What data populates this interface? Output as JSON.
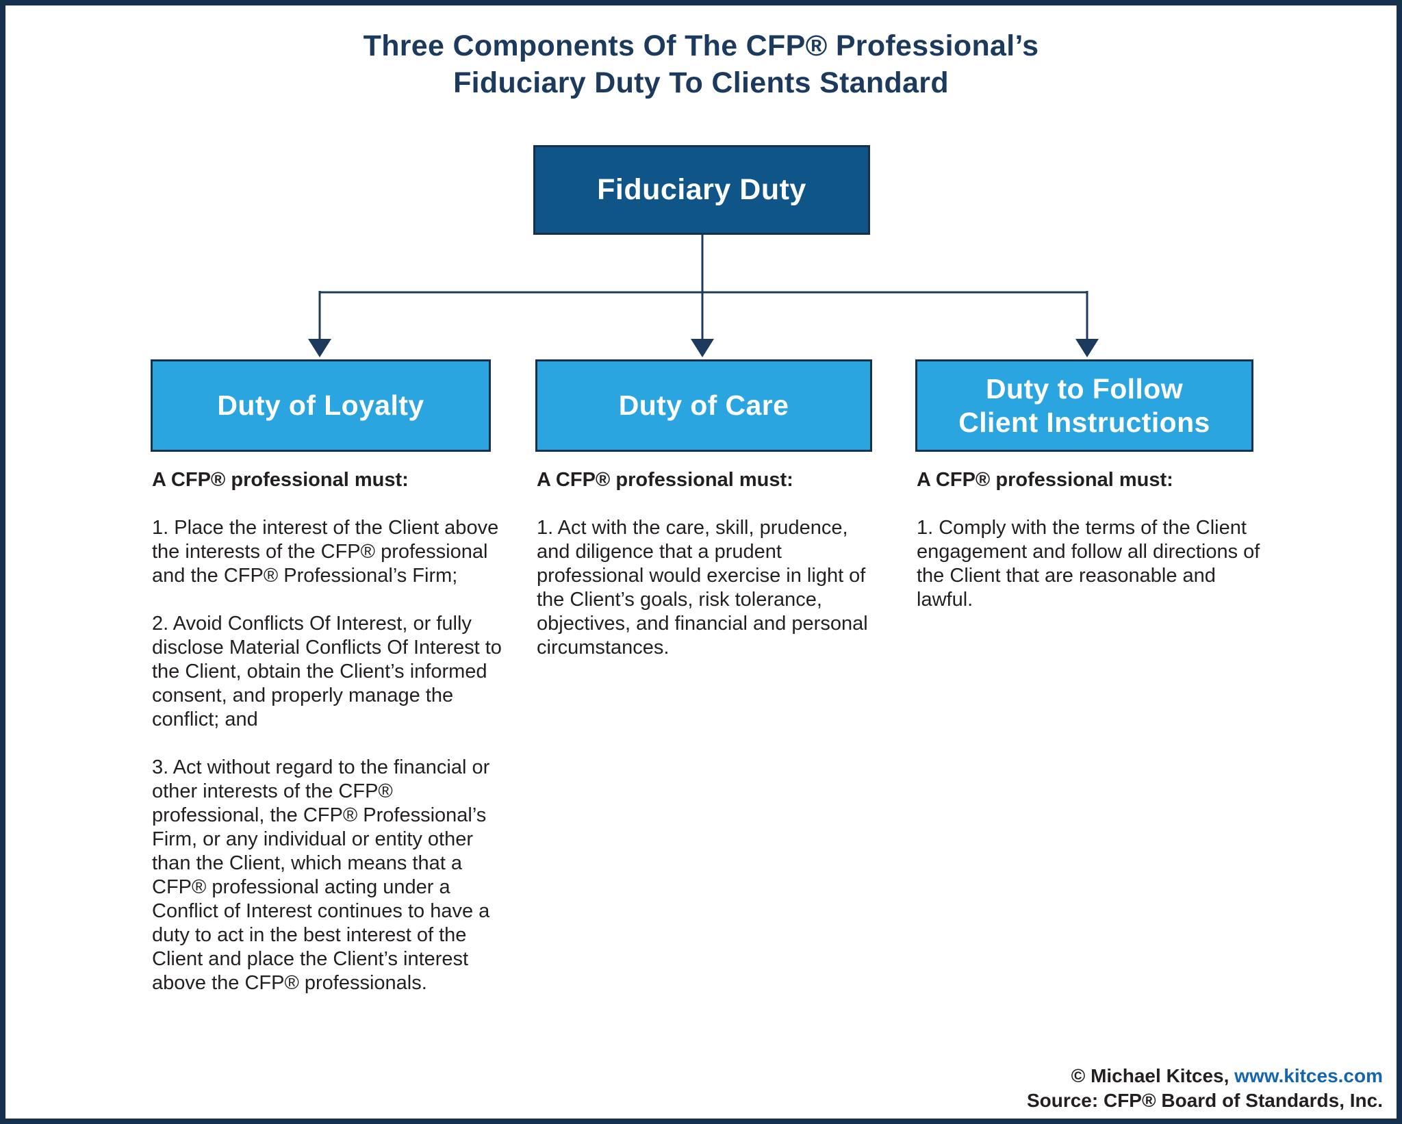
{
  "page": {
    "title_line1": "Three Components Of The CFP® Professional’s",
    "title_line2": "Fiduciary Duty To Clients Standard"
  },
  "diagram": {
    "root": {
      "label": "Fiduciary Duty"
    },
    "columns": [
      {
        "box_label_lines": [
          "Duty of Loyalty"
        ],
        "heading": "A CFP® professional must:",
        "paragraphs": [
          "1. Place the interest of the Client above the interests of the CFP® professional and the CFP® Professional’s Firm;",
          "2. Avoid Conflicts Of Interest, or fully disclose Material Conflicts Of Interest to the Client, obtain the Client’s informed consent, and properly manage the conflict; and",
          "3. Act without regard to the financial or other interests of the CFP® professional, the CFP® Professional’s Firm, or any individual or entity other than the Client, which means that a CFP® professional acting under a Conflict of Interest continues to have a duty to act in the best interest of the Client and place the Client’s interest above the CFP® professionals."
        ]
      },
      {
        "box_label_lines": [
          "Duty of Care"
        ],
        "heading": "A CFP® professional must:",
        "paragraphs": [
          "1. Act with the care, skill, prudence, and diligence that a prudent professional would exercise in light of the Client’s goals, risk tolerance, objectives, and financial and personal circumstances."
        ]
      },
      {
        "box_label_lines": [
          "Duty to Follow",
          "Client Instructions"
        ],
        "heading": "A CFP® professional must:",
        "paragraphs": [
          "1. Comply with the terms of the Client engagement and follow all directions of the Client that are reasonable and lawful."
        ]
      }
    ]
  },
  "footer": {
    "copyright_prefix": "© Michael Kitces, ",
    "link": "www.kitces.com",
    "source": "Source: CFP® Board of Standards, Inc."
  },
  "colors": {
    "frame_navy": "#16304E",
    "title_navy": "#1B3A5E",
    "root_box_blue": "#0F5588",
    "child_box_blue": "#2BA5DF",
    "link_blue": "#1565AE",
    "body_text": "#231F20"
  }
}
